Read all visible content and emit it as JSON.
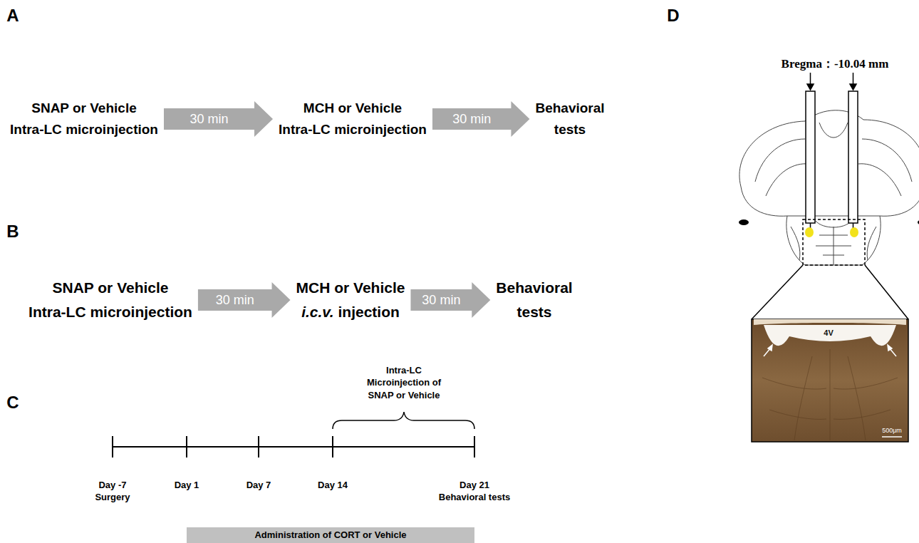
{
  "diagram": {
    "nodes": [
      {
        "text": [
          "SNAP or Vehicle Intra-LC microinjection"
        ]
      },
      {
        "text": [
          "MCH or Vehicle Intra-LC microinjection"
        ]
      },
      {
        "text": [
          "Behavioral tests"
        ]
      },
      {
        "text": [
          "SNAP or Vehicle Intra-LC microinjection"
        ]
      },
      {
        "text": [
          "MCH or Vehicle i.c.v. injection"
        ]
      },
      {
        "text": [
          "Behavioral tests"
        ]
      },
      {
        "text": [
          "Administration of CORT or Vehicle"
        ]
      }
    ],
    "edges": [
      {
        "from": 0,
        "to": 1,
        "label": "30 min",
        "arrow": "to"
      },
      {
        "from": 1,
        "to": 2,
        "label": "30 min",
        "arrow": "to"
      },
      {
        "from": 3,
        "to": 4,
        "label": "30 min",
        "arrow": "to"
      },
      {
        "from": 4,
        "to": 5,
        "label": "30 min",
        "arrow": "to"
      }
    ],
    "labels": [
      "A",
      "B",
      "C",
      "D",
      "Intra-LC Microinjection of SNAP or Vehicle",
      "Day -7",
      "Surgery",
      "Day 1",
      "Day 7",
      "Day 14",
      "Day 21",
      "Behavioral tests",
      "Bregma：-10.04 mm",
      "4V",
      "500μm"
    ]
  }
}
